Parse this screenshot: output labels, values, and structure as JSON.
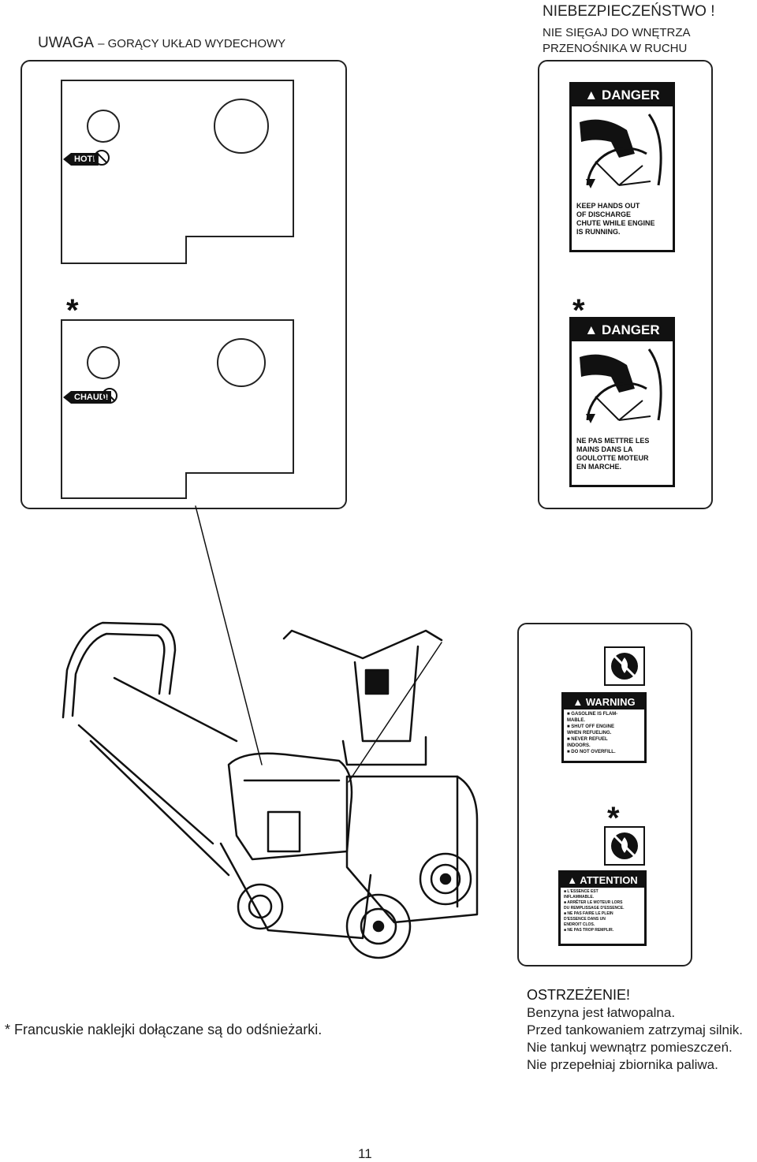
{
  "left_header": {
    "label_bold": "UWAGA",
    "label_rest": "– GORĄCY UKŁAD WYDECHOWY"
  },
  "right_header": {
    "title": "NIEBEZPIECZEŃSTWO !",
    "line1": "NIE SIĘGAJ DO WNĘTRZA",
    "line2": "PRZENOŚNIKA W RUCHU"
  },
  "hot_sticker_en": {
    "badge": "HOT!"
  },
  "hot_sticker_fr": {
    "badge": "CHAUD!"
  },
  "danger_en": {
    "header": "DANGER",
    "text": "KEEP HANDS OUT\nOF DISCHARGE\nCHUTE WHILE ENGINE\nIS RUNNING."
  },
  "danger_fr": {
    "header": "DANGER",
    "text": "NE PAS METTRE LES\nMAINS DANS LA\nGOULOTTE MOTEUR\nEN MARCHE."
  },
  "warning_en": {
    "header": "WARNING",
    "text": "■ GASOLINE IS FLAM-\n  MABLE.\n■ SHUT OFF ENGINE\n  WHEN REFUELING.\n■ NEVER REFUEL\n  INDOORS.\n■ DO NOT OVERFILL."
  },
  "attention_fr": {
    "header": "ATTENTION",
    "text": "■ L'ESSENCE EST\n  INFLAMMABLE.\n■ ARRÊTER LE MOTEUR LORS\n  DU REMPLISSAGE D'ESSENCE.\n■ NE PAS FAIRE LE PLEIN\n  D'ESSENCE DANS UN\n  ENDROIT CLOS.\n■ NE PAS TROP REMPLIR."
  },
  "asterisk": "*",
  "footnote": "* Francuskie naklejki dołączane są do odśnieżarki.",
  "ostrzezenie": {
    "title": "OSTRZEŻENIE!",
    "lines": [
      "Benzyna jest łatwopalna.",
      "Przed tankowaniem zatrzymaj silnik.",
      "Nie tankuj wewnątrz pomieszczeń.",
      "Nie przepełniaj zbiornika paliwa."
    ]
  },
  "page_number": "11"
}
